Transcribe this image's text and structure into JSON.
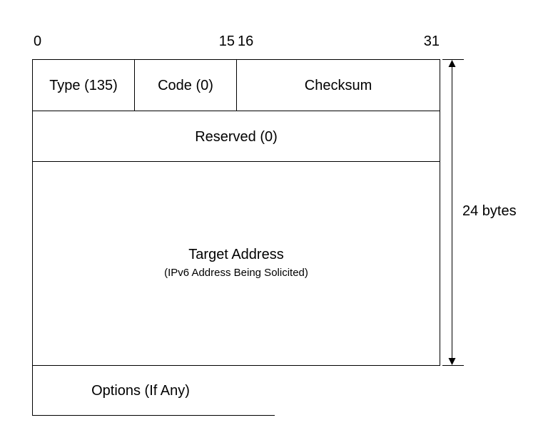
{
  "bit_markers": {
    "start": "0",
    "mid_left": "15",
    "mid_right": "16",
    "end": "31"
  },
  "fields": {
    "type": "Type (135)",
    "code": "Code (0)",
    "checksum": "Checksum",
    "reserved": "Reserved (0)",
    "target_address": "Target Address",
    "target_address_note": "(IPv6 Address Being Solicited)",
    "options": "Options (If Any)"
  },
  "size_label": "24 bytes",
  "colors": {
    "line": "#000000",
    "background": "#ffffff"
  }
}
